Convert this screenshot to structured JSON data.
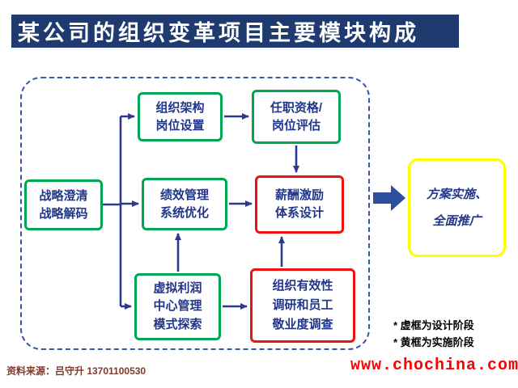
{
  "title": "某公司的组织变革项目主要模块构成",
  "diagram": {
    "nodes": {
      "strategy": "战略澄清\n战略解码",
      "org_structure": "组织架构\n岗位设置",
      "qualification": "任职资格/\n岗位评估",
      "performance": "绩效管理\n系统优化",
      "compensation": "薪酬激励\n体系设计",
      "virtual_profit": "虚拟利润\n中心管理\n模式探索",
      "org_effectiveness": "组织有效性\n调研和员工\n敬业度调查",
      "implementation": "方案实施、\n全面推广"
    },
    "legend": [
      "* 虚框为设计阶段",
      "* 黄框为实施阶段"
    ]
  },
  "footer": {
    "source": "资料来源：吕守升 13701100530",
    "website": "www.chochina.com"
  },
  "colors": {
    "title_bg": "#1e3a6e",
    "node_text": "#21368b",
    "design_border_green": "#00a651",
    "emphasis_border_red": "#ee1111",
    "implement_border_yellow": "#ffff00",
    "arrow_blue": "#2b3990",
    "frame_dashed_blue": "#3a55a5",
    "website_red": "#ff0000",
    "source_dark_red": "#803a2a"
  }
}
